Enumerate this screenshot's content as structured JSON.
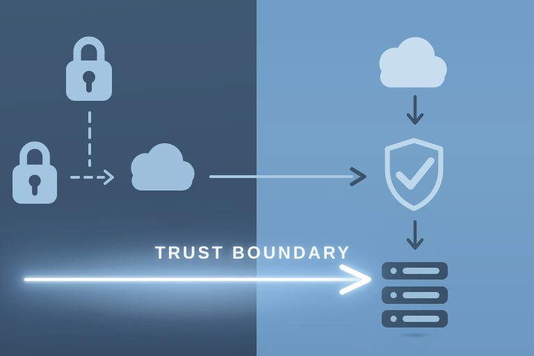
{
  "diagram": {
    "label": "TRUST BOUNDARY",
    "zone_left": "untrusted-dark-zone",
    "zone_right": "trusted-light-zone"
  },
  "icons": {
    "padlock_top": "padlock-icon",
    "padlock_side": "padlock-icon",
    "cloud_untrusted": "cloud-icon",
    "cloud_trusted": "cloud-icon",
    "shield_check": "shield-check-icon",
    "server_stack": "server-stack-icon",
    "arrow_down_cloud_to_shield": "arrow-down-icon",
    "arrow_down_shield_to_servers": "arrow-down-icon",
    "dashed_arrow_lock_to_cloud": "dashed-arrow-right-icon",
    "dashed_connector_lock": "dashed-line-vertical",
    "arrow_cloud_to_shield": "arrow-right-icon",
    "glow_arrow": "glowing-arrow-right"
  },
  "colors": {
    "bg-dark-top": "#3f5873",
    "bg-dark-bottom": "#344b65",
    "bg-light-top": "#6f9dc6",
    "bg-light-bottom": "#6b98c1",
    "icon-light": "#a2c5e0",
    "cloud-left": "#9dc1dc",
    "cloud-right": "#c8dded",
    "shield-stroke": "#bed8eb",
    "icon-dark": "#3c5269",
    "keyhole": "#3d536d",
    "server-body": "#3a5168",
    "server-detail": "#9cc0da",
    "connector-light": "#a9c9e2",
    "glow-core": "#ffffff",
    "label-color": "#f4f8fc"
  }
}
